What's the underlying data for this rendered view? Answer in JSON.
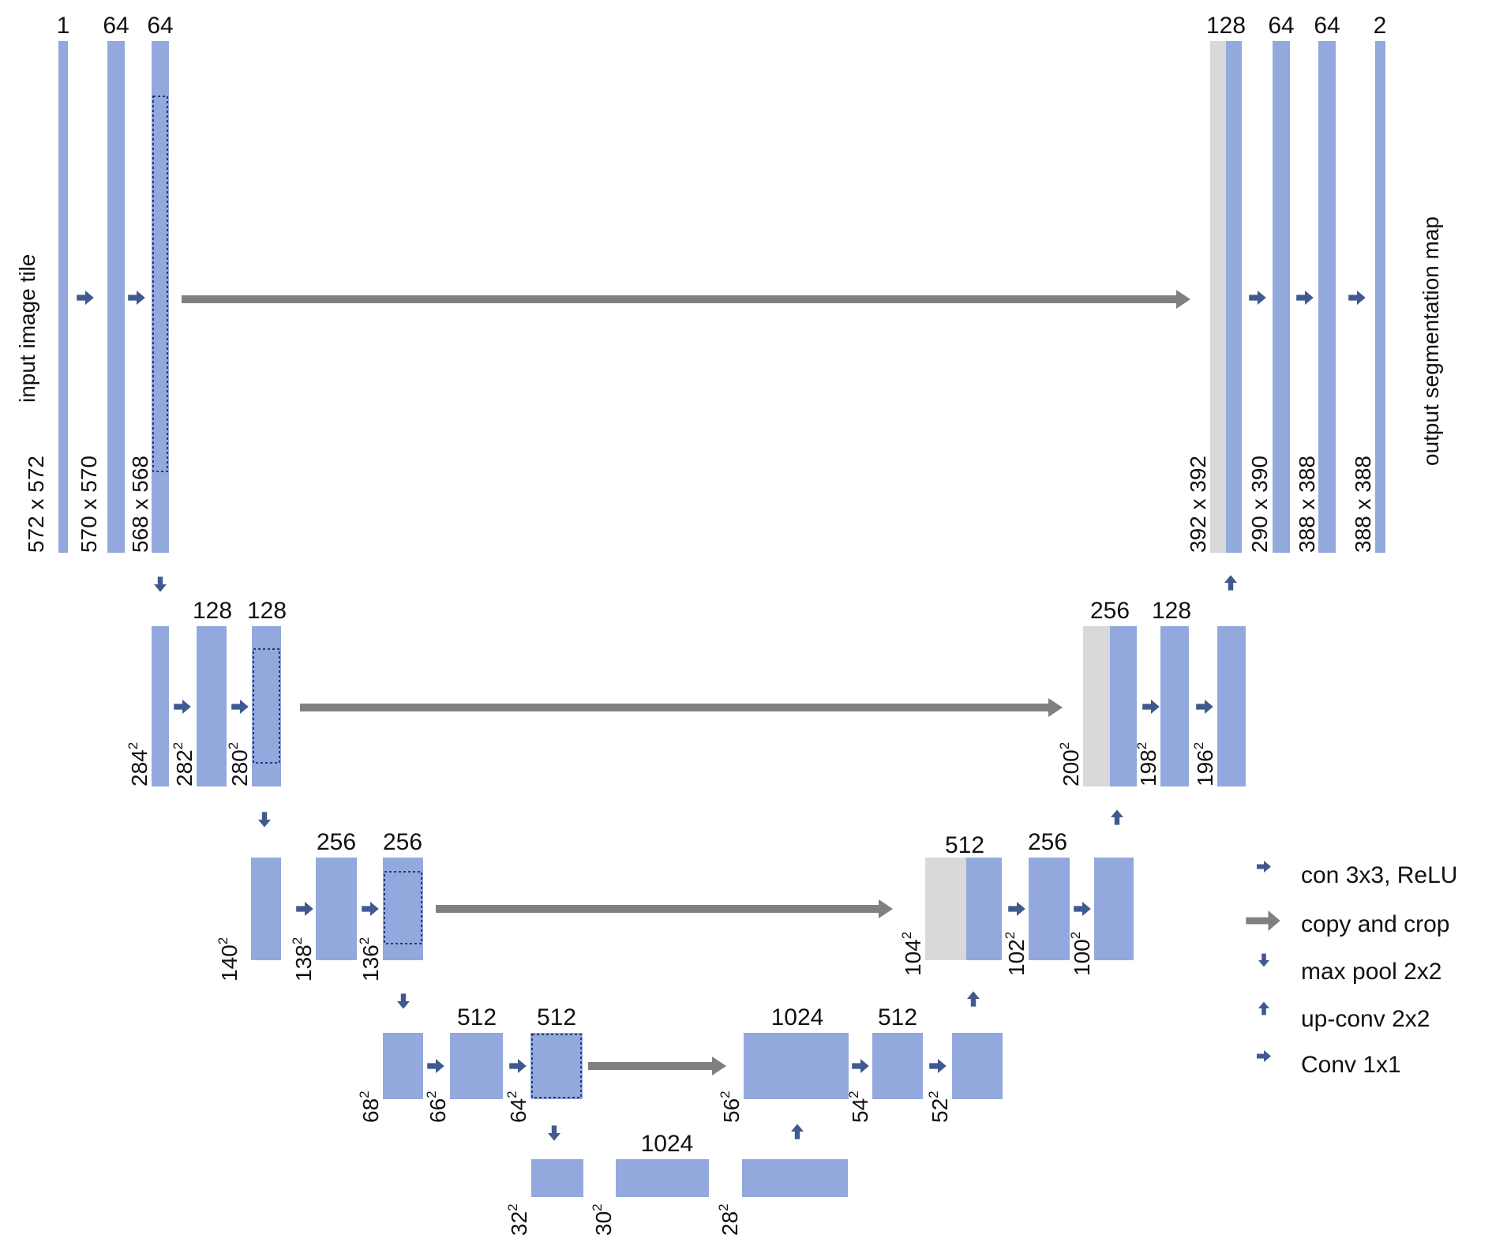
{
  "colors": {
    "feature_map": "#93a9dd",
    "copied_map": "#d9d9db",
    "conv_arrow": "#3f5a8f",
    "copy_arrow": "#808080",
    "crop_outline": "#1f3a7a",
    "text": "#111111"
  },
  "labels": {
    "input_title": "input image tile",
    "output_title": "output segmentation map"
  },
  "channels": {
    "enc1_a": "1",
    "enc1_b": "64",
    "enc1_c": "64",
    "dec1_copy": "128",
    "dec1_a": "64",
    "dec1_b": "64",
    "dec1_out": "2",
    "enc2_b": "128",
    "enc2_c": "128",
    "dec2_copy": "256",
    "dec2_a": "128",
    "enc3_b": "256",
    "enc3_c": "256",
    "dec3_copy": "512",
    "dec3_a": "256",
    "enc4_b": "512",
    "enc4_c": "512",
    "dec4_up": "1024",
    "dec4_a": "512",
    "bottleneck": "1024"
  },
  "sizes": {
    "l1_a": "572 x 572",
    "l1_b": "570 x 570",
    "l1_c": "568 x 568",
    "r1_a": "392 x 392",
    "r1_b": "290 x 390",
    "r1_c": "388 x 388",
    "r1_d": "388 x 388",
    "l2_a": "284",
    "l2_b": "282",
    "l2_c": "280",
    "r2_a": "200",
    "r2_b": "198",
    "r2_c": "196",
    "l3_a": "140",
    "l3_b": "138",
    "l3_c": "136",
    "r3_a": "104",
    "r3_b": "102",
    "r3_c": "100",
    "l4_a": "68",
    "l4_b": "66",
    "l4_c": "64",
    "r4_a": "56",
    "r4_b": "54",
    "r4_c": "52",
    "b_a": "32",
    "b_b": "30",
    "b_c": "28",
    "squared": "2"
  },
  "legend": [
    {
      "icon": "conv-arrow-icon",
      "label": "con 3x3, ReLU"
    },
    {
      "icon": "copy-arrow-icon",
      "label": "copy and crop"
    },
    {
      "icon": "maxpool-arrow-icon",
      "label": "max pool 2x2"
    },
    {
      "icon": "upconv-arrow-icon",
      "label": "up-conv 2x2"
    },
    {
      "icon": "conv1x1-arrow-icon",
      "label": "Conv 1x1"
    }
  ]
}
